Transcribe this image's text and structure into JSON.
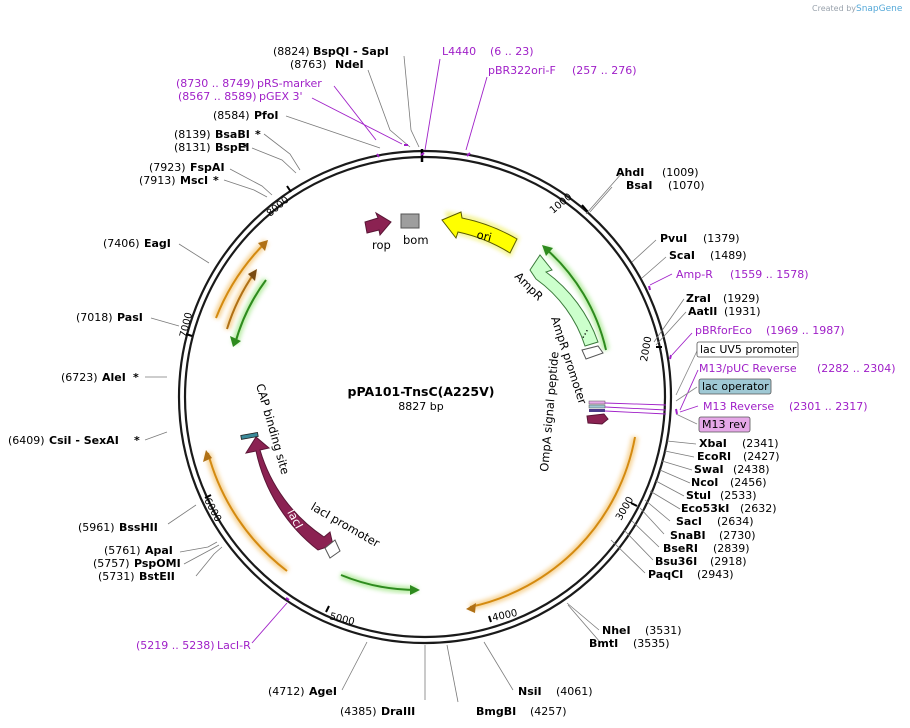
{
  "brand": {
    "prefix": "Created by",
    "name": "SnapGene"
  },
  "plasmid": {
    "name": "pPA101-TnsC(A225V)",
    "size": "8827 bp"
  },
  "ticks": [
    "1000",
    "2000",
    "3000",
    "4000",
    "5000",
    "6000",
    "7000",
    "8000"
  ],
  "sites": [
    {
      "pos": "(8824)",
      "name": "BspQI  -  SapI",
      "star": ""
    },
    {
      "pos": "(8763)",
      "name": "NdeI",
      "star": ""
    },
    {
      "pos": "(8584)",
      "name": "PfoI",
      "star": ""
    },
    {
      "pos": "(8139)",
      "name": "BsaBI",
      "star": "*"
    },
    {
      "pos": "(8131)",
      "name": "BspEI",
      "star": "*"
    },
    {
      "pos": "(7923)",
      "name": "FspAI",
      "star": ""
    },
    {
      "pos": "(7913)",
      "name": "MscI",
      "star": "*"
    },
    {
      "pos": "(7406)",
      "name": "EagI",
      "star": ""
    },
    {
      "pos": "(7018)",
      "name": "PasI",
      "star": ""
    },
    {
      "pos": "(6723)",
      "name": "AleI",
      "star": "*"
    },
    {
      "pos": "(6409)",
      "name": "CsiI  -  SexAI",
      "star": "*"
    },
    {
      "pos": "(5961)",
      "name": "BssHII",
      "star": ""
    },
    {
      "pos": "(5761)",
      "name": "ApaI",
      "star": ""
    },
    {
      "pos": "(5757)",
      "name": "PspOMI",
      "star": ""
    },
    {
      "pos": "(5731)",
      "name": "BstEII",
      "star": ""
    },
    {
      "pos": "(4712)",
      "name": "AgeI",
      "star": ""
    },
    {
      "pos": "(4385)",
      "name": "DraIII",
      "star": ""
    },
    {
      "pos": "(4257)",
      "name": "BmgBI",
      "star": ""
    },
    {
      "pos": "(4061)",
      "name": "NsiI",
      "star": ""
    },
    {
      "pos": "(3531)",
      "name": "NheI",
      "star": ""
    },
    {
      "pos": "(3535)",
      "name": "BmtI",
      "star": ""
    },
    {
      "pos": "(2943)",
      "name": "PaqCI",
      "star": ""
    },
    {
      "pos": "(2918)",
      "name": "Bsu36I",
      "star": ""
    },
    {
      "pos": "(2839)",
      "name": "BseRI",
      "star": ""
    },
    {
      "pos": "(2730)",
      "name": "SnaBI",
      "star": ""
    },
    {
      "pos": "(2634)",
      "name": "SacI",
      "star": ""
    },
    {
      "pos": "(2632)",
      "name": "Eco53kI",
      "star": ""
    },
    {
      "pos": "(2533)",
      "name": "StuI",
      "star": ""
    },
    {
      "pos": "(2456)",
      "name": "NcoI",
      "star": ""
    },
    {
      "pos": "(2438)",
      "name": "SwaI",
      "star": ""
    },
    {
      "pos": "(2427)",
      "name": "EcoRI",
      "star": ""
    },
    {
      "pos": "(2341)",
      "name": "XbaI",
      "star": ""
    },
    {
      "pos": "(1931)",
      "name": "AatII",
      "star": ""
    },
    {
      "pos": "(1929)",
      "name": "ZraI",
      "star": ""
    },
    {
      "pos": "(1489)",
      "name": "ScaI",
      "star": ""
    },
    {
      "pos": "(1379)",
      "name": "PvuI",
      "star": ""
    },
    {
      "pos": "(1070)",
      "name": "BsaI",
      "star": ""
    },
    {
      "pos": "(1009)",
      "name": "AhdI",
      "star": ""
    }
  ],
  "primers": [
    {
      "name": "L4440",
      "range": "(6 .. 23)"
    },
    {
      "name": "pBR322ori-F",
      "range": "(257 .. 276)"
    },
    {
      "name": "pRS-marker",
      "range": "(8730 .. 8749)"
    },
    {
      "name": "pGEX 3'",
      "range": "(8567 .. 8589)"
    },
    {
      "name": "Amp-R",
      "range": "(1559 .. 1578)"
    },
    {
      "name": "pBRforEco",
      "range": "(1969 .. 1987)"
    },
    {
      "name": "M13/pUC Reverse",
      "range": "(2282 .. 2304)"
    },
    {
      "name": "M13 Reverse",
      "range": "(2301 .. 2317)"
    },
    {
      "name": "LacI-R",
      "range": "(5219 .. 5238)"
    }
  ],
  "boxed": {
    "lac_uv5": "lac UV5 promoter",
    "lac_operator": "lac operator",
    "m13_rev": "M13 rev"
  },
  "features": {
    "rop": "rop",
    "bom": "bom",
    "ori": "ori",
    "ampr": "AmpR",
    "ampr_promoter": "AmpR promoter",
    "ompa": "OmpA signal peptide",
    "laci": "lacI",
    "laci_promoter": "lacI promoter",
    "cap": "CAP binding site",
    "ellipsis": "..."
  },
  "colors": {
    "primer": "#a020c8",
    "orf": "#8b2252",
    "ori": "#ffff00",
    "ampr": "#ccffcc",
    "lac_operator_fill": "#9fc8d4",
    "m13_fill": "#e6a8e8",
    "orange_arc": "#f0a020",
    "green_arc": "#2e8b1e"
  }
}
